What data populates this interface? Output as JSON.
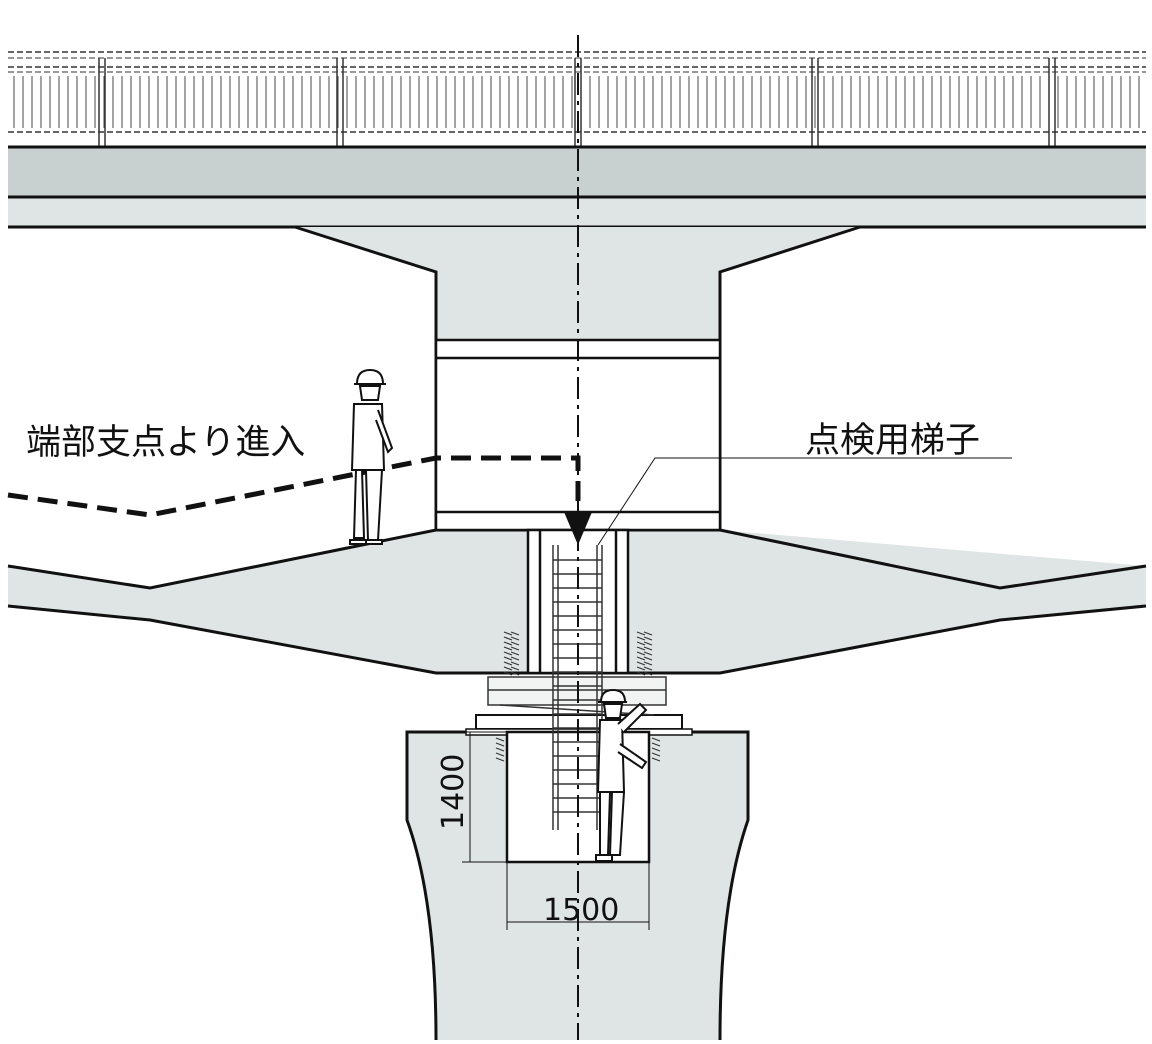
{
  "labels": {
    "entry_text": "端部支点より進入",
    "ladder_text": "点検用梯子"
  },
  "dimensions": {
    "height": "1400",
    "width": "1500"
  },
  "colors": {
    "concrete": "#dfe5e4",
    "slab": "#c8d1cf",
    "line": "#111111"
  }
}
